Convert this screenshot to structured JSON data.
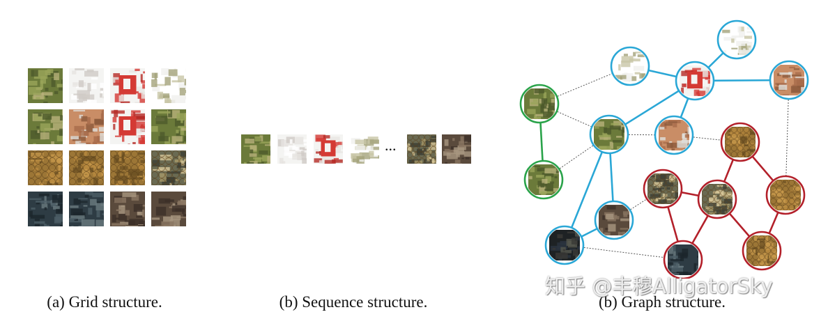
{
  "captions": {
    "grid": "(a) Grid structure.",
    "sequence": "(b) Sequence structure.",
    "graph": "(b) Graph structure."
  },
  "sequence": {
    "ellipsis": "..."
  },
  "watermark": "知乎 @丰穆AlligatorSky",
  "colors": {
    "blue": "#2aa7d6",
    "green": "#2aa34a",
    "red": "#b3202a",
    "dashed": "#555555"
  },
  "icons": {
    "grid_tiles": "image-patch-icon",
    "node_patch": "image-patch-icon"
  }
}
